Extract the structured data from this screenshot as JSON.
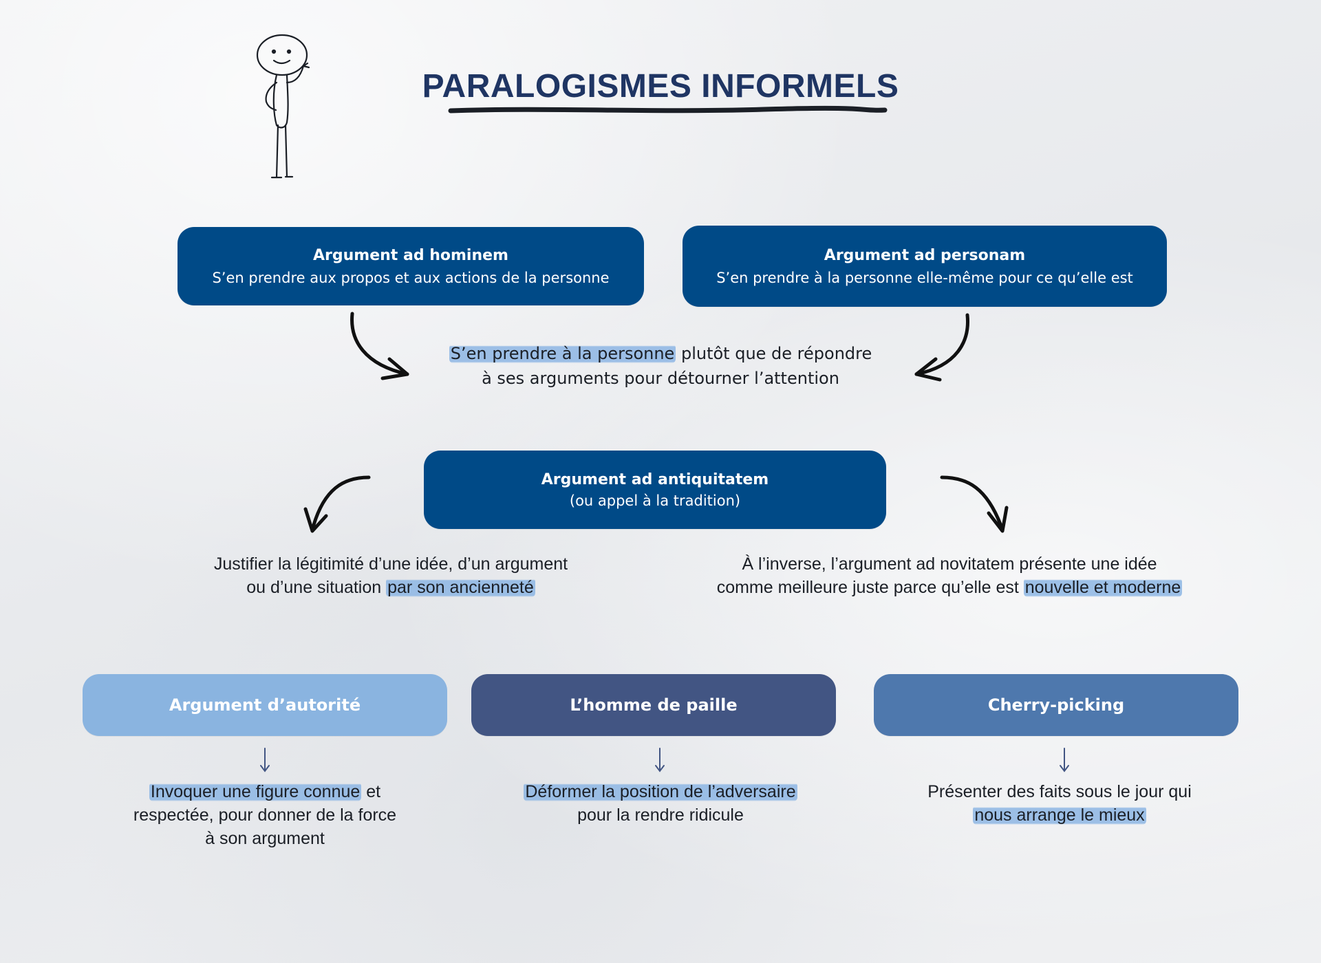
{
  "title": "PARALOGISMES INFORMELS",
  "top_boxes": [
    {
      "title": "Argument ad hominem",
      "subtitle": "S’en prendre aux propos et aux actions de la personne"
    },
    {
      "title": "Argument ad personam",
      "subtitle": "S’en prendre à la personne elle-même pour ce qu’elle est"
    }
  ],
  "center_note": {
    "highlight": "S’en prendre à la personne",
    "rest_line1": " plutôt que de répondre",
    "line2": "à ses arguments pour détourner l’attention"
  },
  "middle_box": {
    "title": "Argument ad antiquitatem",
    "subtitle": "(ou appel à la tradition)"
  },
  "left_note": {
    "line1": "Justifier la légitimité d’une idée, d’un argument",
    "line2_plain": "ou d’une situation ",
    "line2_highlight": "par son ancienneté"
  },
  "right_note": {
    "line1": "À l’inverse, l’argument ad novitatem présente une idée",
    "line2_plain": "comme meilleure juste parce qu’elle est ",
    "line2_highlight": "nouvelle et moderne"
  },
  "bottom_boxes": [
    {
      "title": "Argument d’autorité",
      "color": "#8ab4e0"
    },
    {
      "title": "L’homme de paille",
      "color": "#425583"
    },
    {
      "title": "Cherry-picking",
      "color": "#4e78ad"
    }
  ],
  "bottom_notes": [
    {
      "highlight": "Invoquer une figure connue",
      "rest": " et",
      "line2": "respectée, pour donner de la force",
      "line3": "à son argument"
    },
    {
      "highlight": "Déformer la position de l’adversaire",
      "line2": "pour la rendre ridicule"
    },
    {
      "line1": "Présenter des faits sous le jour qui",
      "highlight": "nous arrange le mieux"
    }
  ],
  "colors": {
    "navy": "#004a87",
    "title": "#1f3563",
    "highlight": "#8db6e4"
  }
}
